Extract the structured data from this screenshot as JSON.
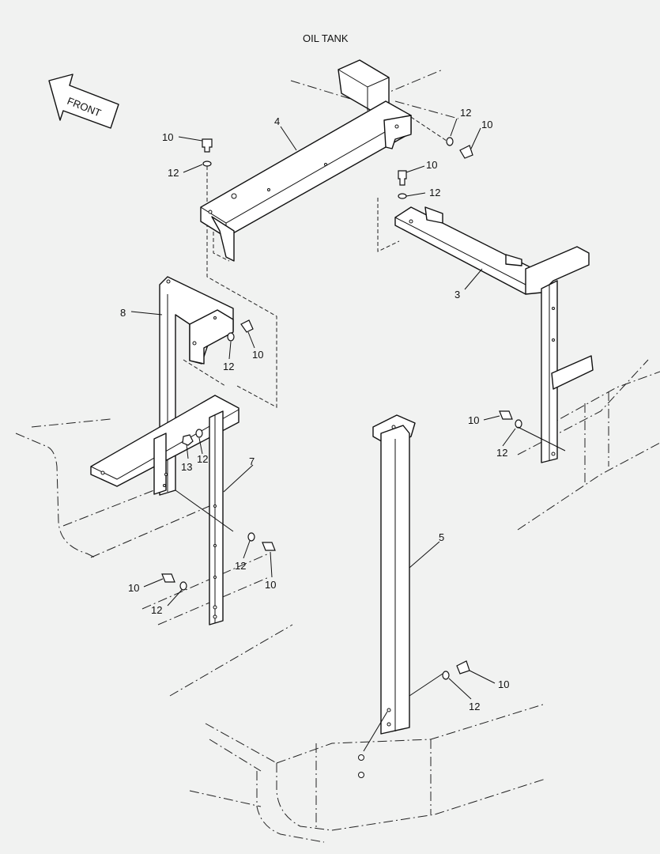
{
  "title": "OIL TANK",
  "front_label": "FRONT",
  "callouts": [
    {
      "id": "c-10a",
      "text": "10"
    },
    {
      "id": "c-12a",
      "text": "12"
    },
    {
      "id": "c-4",
      "text": "4"
    },
    {
      "id": "c-12b",
      "text": "12"
    },
    {
      "id": "c-10b",
      "text": "10"
    },
    {
      "id": "c-10c",
      "text": "10"
    },
    {
      "id": "c-12c",
      "text": "12"
    },
    {
      "id": "c-3",
      "text": "3"
    },
    {
      "id": "c-8",
      "text": "8"
    },
    {
      "id": "c-10d",
      "text": "10"
    },
    {
      "id": "c-12d",
      "text": "12"
    },
    {
      "id": "c-10e",
      "text": "10"
    },
    {
      "id": "c-12e",
      "text": "12"
    },
    {
      "id": "c-13",
      "text": "13"
    },
    {
      "id": "c-12f",
      "text": "12"
    },
    {
      "id": "c-7",
      "text": "7"
    },
    {
      "id": "c-12g",
      "text": "12"
    },
    {
      "id": "c-10f",
      "text": "10"
    },
    {
      "id": "c-10g",
      "text": "10"
    },
    {
      "id": "c-12h",
      "text": "12"
    },
    {
      "id": "c-5",
      "text": "5"
    },
    {
      "id": "c-10h",
      "text": "10"
    },
    {
      "id": "c-12i",
      "text": "12"
    }
  ]
}
